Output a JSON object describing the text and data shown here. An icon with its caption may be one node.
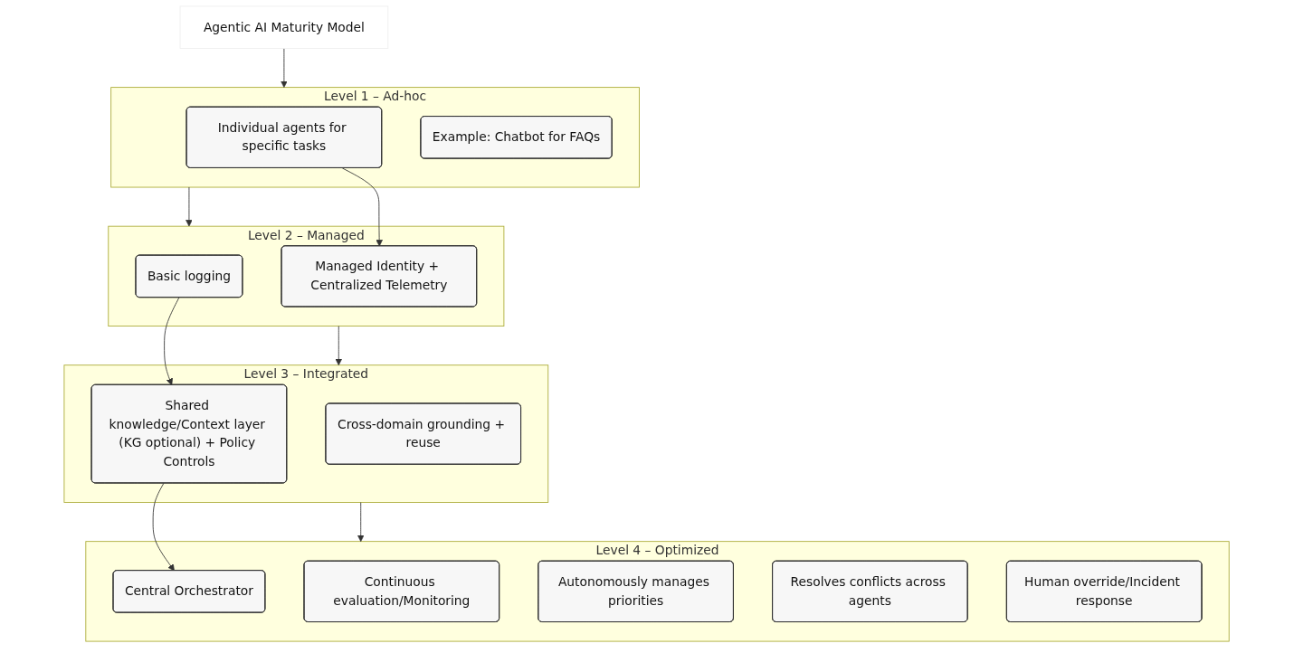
{
  "diagram": {
    "nodes": [
      {
        "text": [
          "Agentic AI Maturity Model"
        ]
      },
      {
        "text": [
          "Level 1 – Ad-hoc"
        ]
      },
      {
        "text": [
          "Individual agents for specific tasks"
        ],
        "in": 1
      },
      {
        "text": [
          "Example: Chatbot for FAQs"
        ],
        "in": 1
      },
      {
        "text": [
          "Level 2 – Managed"
        ]
      },
      {
        "text": [
          "Basic logging"
        ],
        "in": 4
      },
      {
        "text": [
          "Managed Identity + Centralized Telemetry"
        ],
        "in": 4
      },
      {
        "text": [
          "Level 3 – Integrated"
        ]
      },
      {
        "text": [
          "Shared knowledge/Context layer (KG optional) + Policy Controls"
        ],
        "in": 7
      },
      {
        "text": [
          "Cross-domain grounding + reuse"
        ],
        "in": 7
      },
      {
        "text": [
          "Level 4 – Optimized"
        ]
      },
      {
        "text": [
          "Central Orchestrator"
        ],
        "in": 10
      },
      {
        "text": [
          "Continuous evaluation/Monitoring"
        ],
        "in": 10
      },
      {
        "text": [
          "Autonomously manages priorities"
        ],
        "in": 10
      },
      {
        "text": [
          "Resolves conflicts across agents"
        ],
        "in": 10
      },
      {
        "text": [
          "Human override/Incident response"
        ],
        "in": 10
      }
    ],
    "edges": [
      {
        "from": 0,
        "to": 1,
        "arrow": "to"
      },
      {
        "from": 1,
        "to": 4,
        "arrow": "to"
      },
      {
        "from": 2,
        "to": 6,
        "arrow": "to"
      },
      {
        "from": 4,
        "to": 7,
        "arrow": "to"
      },
      {
        "from": 5,
        "to": 8,
        "arrow": "to"
      },
      {
        "from": 7,
        "to": 10,
        "arrow": "to"
      },
      {
        "from": 8,
        "to": 11,
        "arrow": "to"
      }
    ]
  }
}
